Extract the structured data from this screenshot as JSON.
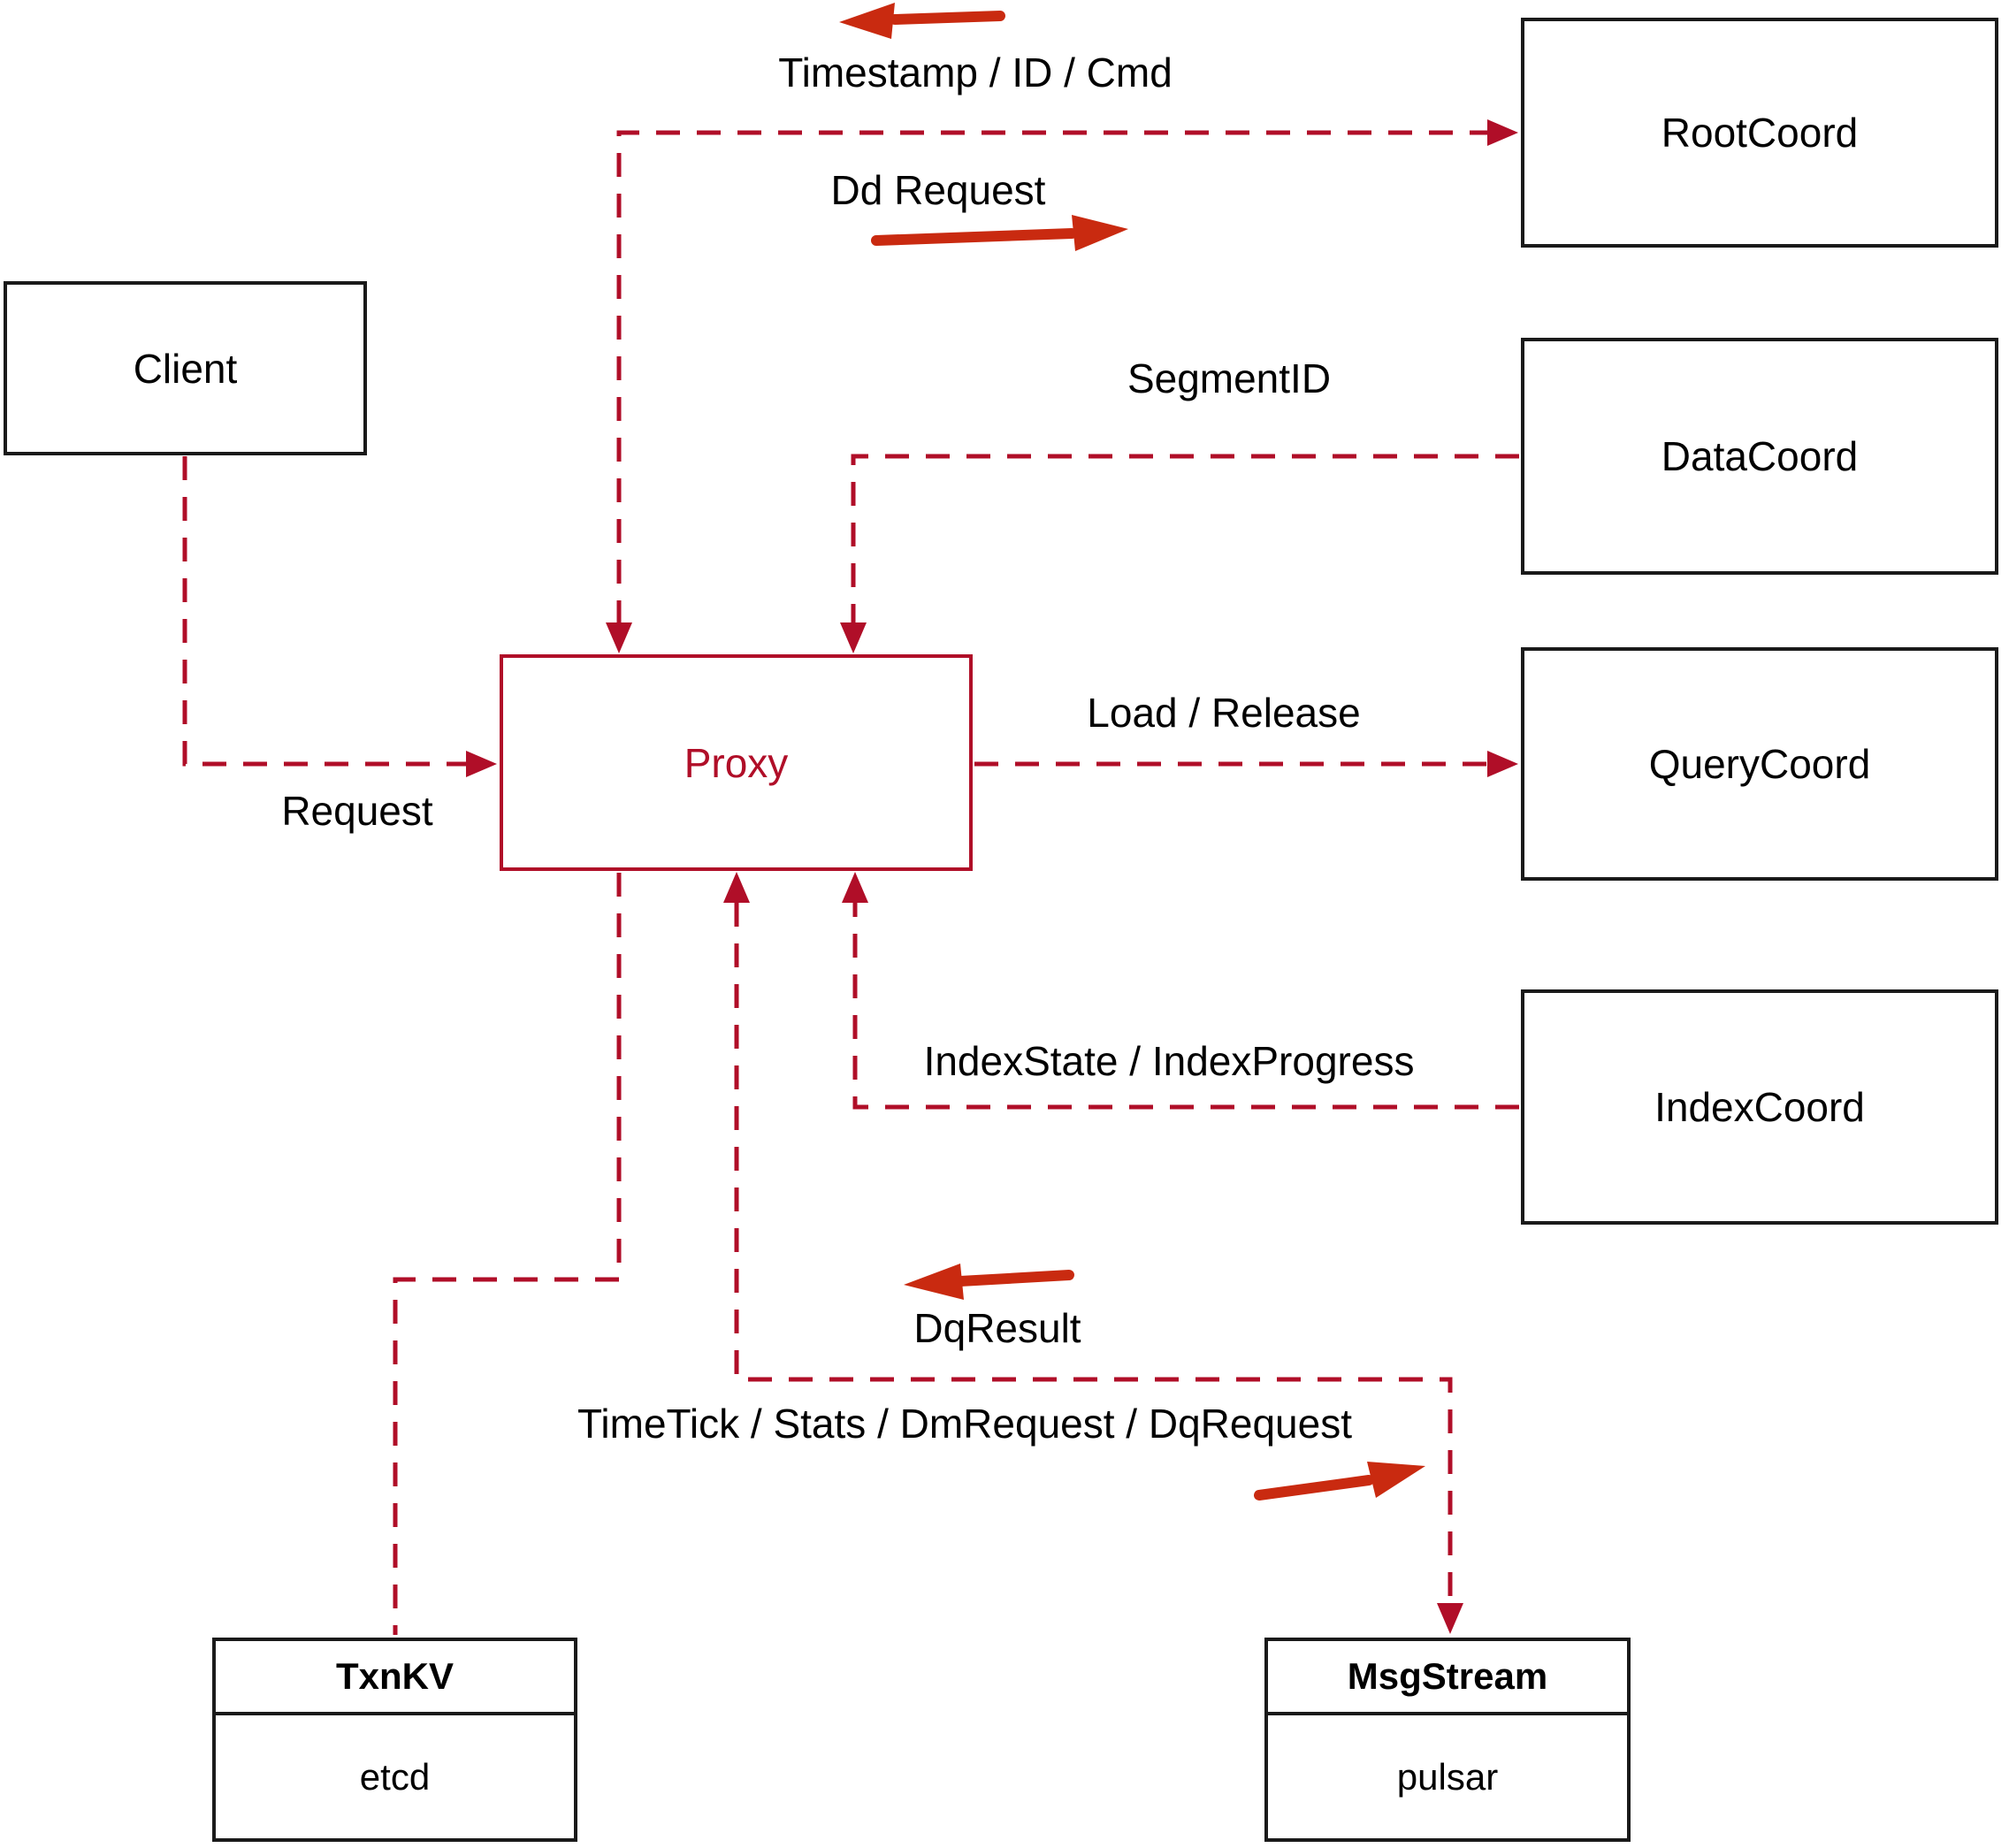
{
  "nodes": {
    "client": {
      "label": "Client"
    },
    "proxy": {
      "label": "Proxy"
    },
    "root_coord": {
      "label": "RootCoord"
    },
    "data_coord": {
      "label": "DataCoord"
    },
    "query_coord": {
      "label": "QueryCoord"
    },
    "index_coord": {
      "label": "IndexCoord"
    },
    "txn_kv": {
      "title": "TxnKV",
      "impl": "etcd"
    },
    "msg_stream": {
      "title": "MsgStream",
      "impl": "pulsar"
    }
  },
  "edge_labels": {
    "timestamp_id_cmd": "Timestamp / ID / Cmd",
    "dd_request": "Dd Request",
    "segment_id": "SegmentID",
    "load_release": "Load / Release",
    "index_state_progress": "IndexState / IndexProgress",
    "request": "Request",
    "dq_result": "DqResult",
    "timetick_stats": "TimeTick / Stats / DmRequest / DqRequest"
  },
  "colors": {
    "dashed_line": "#b00e28",
    "solid_arrow": "#c92a10",
    "proxy_accent": "#b00e28",
    "box_border": "#1a1a1a",
    "text": "#000000",
    "background": "#ffffff"
  }
}
